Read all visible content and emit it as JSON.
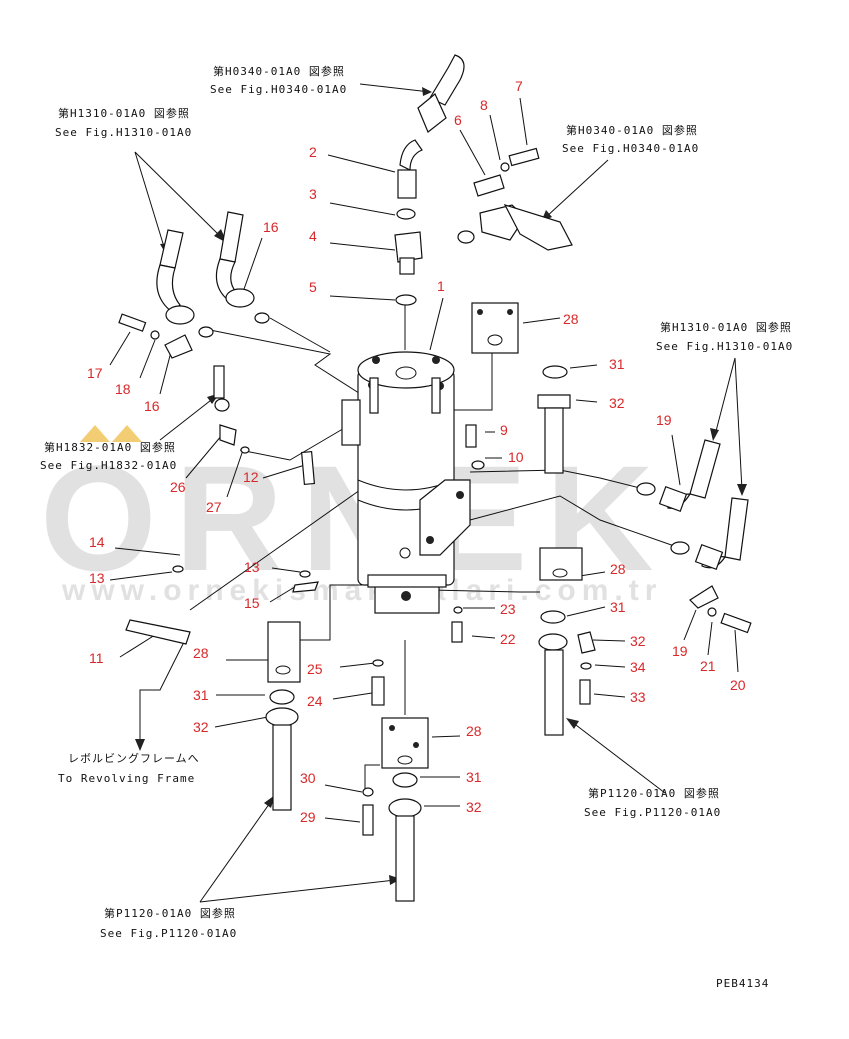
{
  "drawing_code": "PEB4134",
  "watermark": {
    "brand": "ORNEK",
    "site": "www.ornekismakinalari.com.tr",
    "color": "#c9c9c9"
  },
  "colors": {
    "part_number": "#d8282a",
    "line": "#111111"
  },
  "refs": {
    "h0340_top": {
      "jp": "第H0340-01A0 図参照",
      "en": "See Fig.H0340-01A0"
    },
    "h1310_left": {
      "jp": "第H1310-01A0 図参照",
      "en": "See Fig.H1310-01A0"
    },
    "h0340_right": {
      "jp": "第H0340-01A0 図参照",
      "en": "See Fig.H0340-01A0"
    },
    "h1310_right": {
      "jp": "第H1310-01A0 図参照",
      "en": "See Fig.H1310-01A0"
    },
    "h1832": {
      "jp": "第H1832-01A0 図参照",
      "en": "See Fig.H1832-01A0"
    },
    "revolving": {
      "jp": "レボルビングフレームへ",
      "en": "To Revolving Frame"
    },
    "p1120_right": {
      "jp": "第P1120-01A0 図参照",
      "en": "See Fig.P1120-01A0"
    },
    "p1120_bottom": {
      "jp": "第P1120-01A0 図参照",
      "en": "See Fig.P1120-01A0"
    }
  },
  "part_labels": [
    {
      "id": "p1",
      "text": "1"
    },
    {
      "id": "p2",
      "text": "2"
    },
    {
      "id": "p3",
      "text": "3"
    },
    {
      "id": "p4",
      "text": "4"
    },
    {
      "id": "p5",
      "text": "5"
    },
    {
      "id": "p6",
      "text": "6"
    },
    {
      "id": "p7",
      "text": "7"
    },
    {
      "id": "p8",
      "text": "8"
    },
    {
      "id": "p9",
      "text": "9"
    },
    {
      "id": "p10",
      "text": "10"
    },
    {
      "id": "p11",
      "text": "11"
    },
    {
      "id": "p12",
      "text": "12"
    },
    {
      "id": "p13a",
      "text": "13"
    },
    {
      "id": "p13b",
      "text": "13"
    },
    {
      "id": "p14",
      "text": "14"
    },
    {
      "id": "p15",
      "text": "15"
    },
    {
      "id": "p16a",
      "text": "16"
    },
    {
      "id": "p16b",
      "text": "16"
    },
    {
      "id": "p17",
      "text": "17"
    },
    {
      "id": "p18",
      "text": "18"
    },
    {
      "id": "p19a",
      "text": "19"
    },
    {
      "id": "p19b",
      "text": "19"
    },
    {
      "id": "p20",
      "text": "20"
    },
    {
      "id": "p21",
      "text": "21"
    },
    {
      "id": "p22",
      "text": "22"
    },
    {
      "id": "p23",
      "text": "23"
    },
    {
      "id": "p24",
      "text": "24"
    },
    {
      "id": "p25",
      "text": "25"
    },
    {
      "id": "p26",
      "text": "26"
    },
    {
      "id": "p27",
      "text": "27"
    },
    {
      "id": "p28a",
      "text": "28"
    },
    {
      "id": "p28b",
      "text": "28"
    },
    {
      "id": "p28c",
      "text": "28"
    },
    {
      "id": "p28d",
      "text": "28"
    },
    {
      "id": "p29",
      "text": "29"
    },
    {
      "id": "p30",
      "text": "30"
    },
    {
      "id": "p31a",
      "text": "31"
    },
    {
      "id": "p31b",
      "text": "31"
    },
    {
      "id": "p31c",
      "text": "31"
    },
    {
      "id": "p31d",
      "text": "31"
    },
    {
      "id": "p32a",
      "text": "32"
    },
    {
      "id": "p32b",
      "text": "32"
    },
    {
      "id": "p32c",
      "text": "32"
    },
    {
      "id": "p32d",
      "text": "32"
    },
    {
      "id": "p33",
      "text": "33"
    },
    {
      "id": "p34",
      "text": "34"
    }
  ]
}
